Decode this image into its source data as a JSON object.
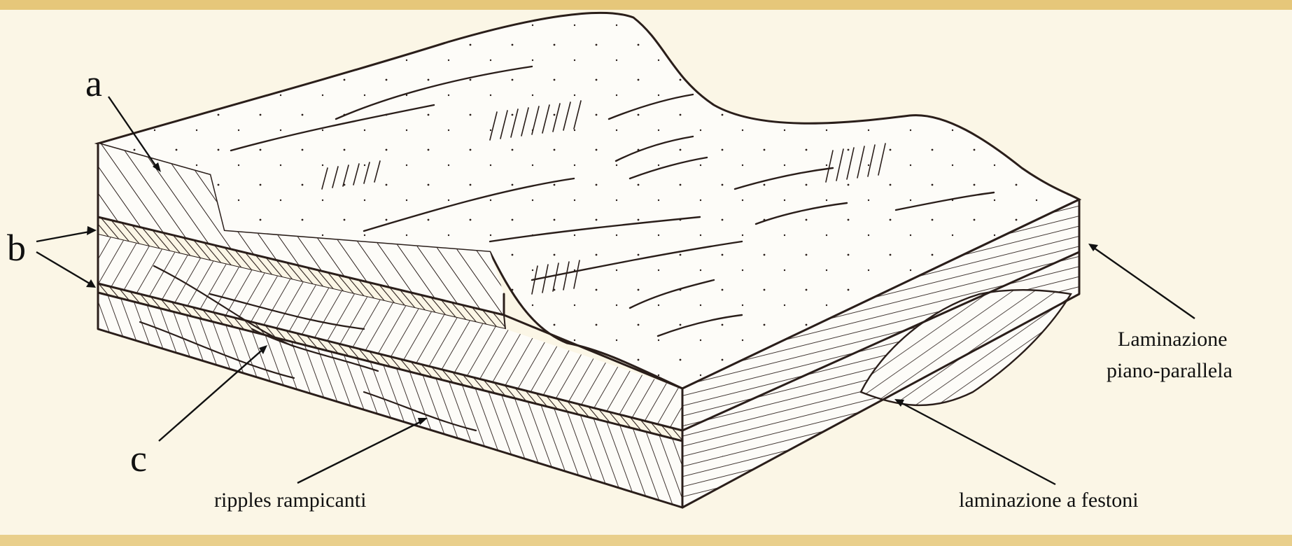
{
  "labels": {
    "a": "a",
    "b": "b",
    "c": "c",
    "ripples": "ripples rampicanti",
    "festoni": "laminazione a festoni",
    "laminazione_line1": "Laminazione",
    "laminazione_line2": "piano-parallela"
  },
  "colors": {
    "background": "#fbf6e6",
    "frame": "#e6c77a",
    "ink": "#2a1e1a",
    "surface": "#fdfcf8"
  }
}
